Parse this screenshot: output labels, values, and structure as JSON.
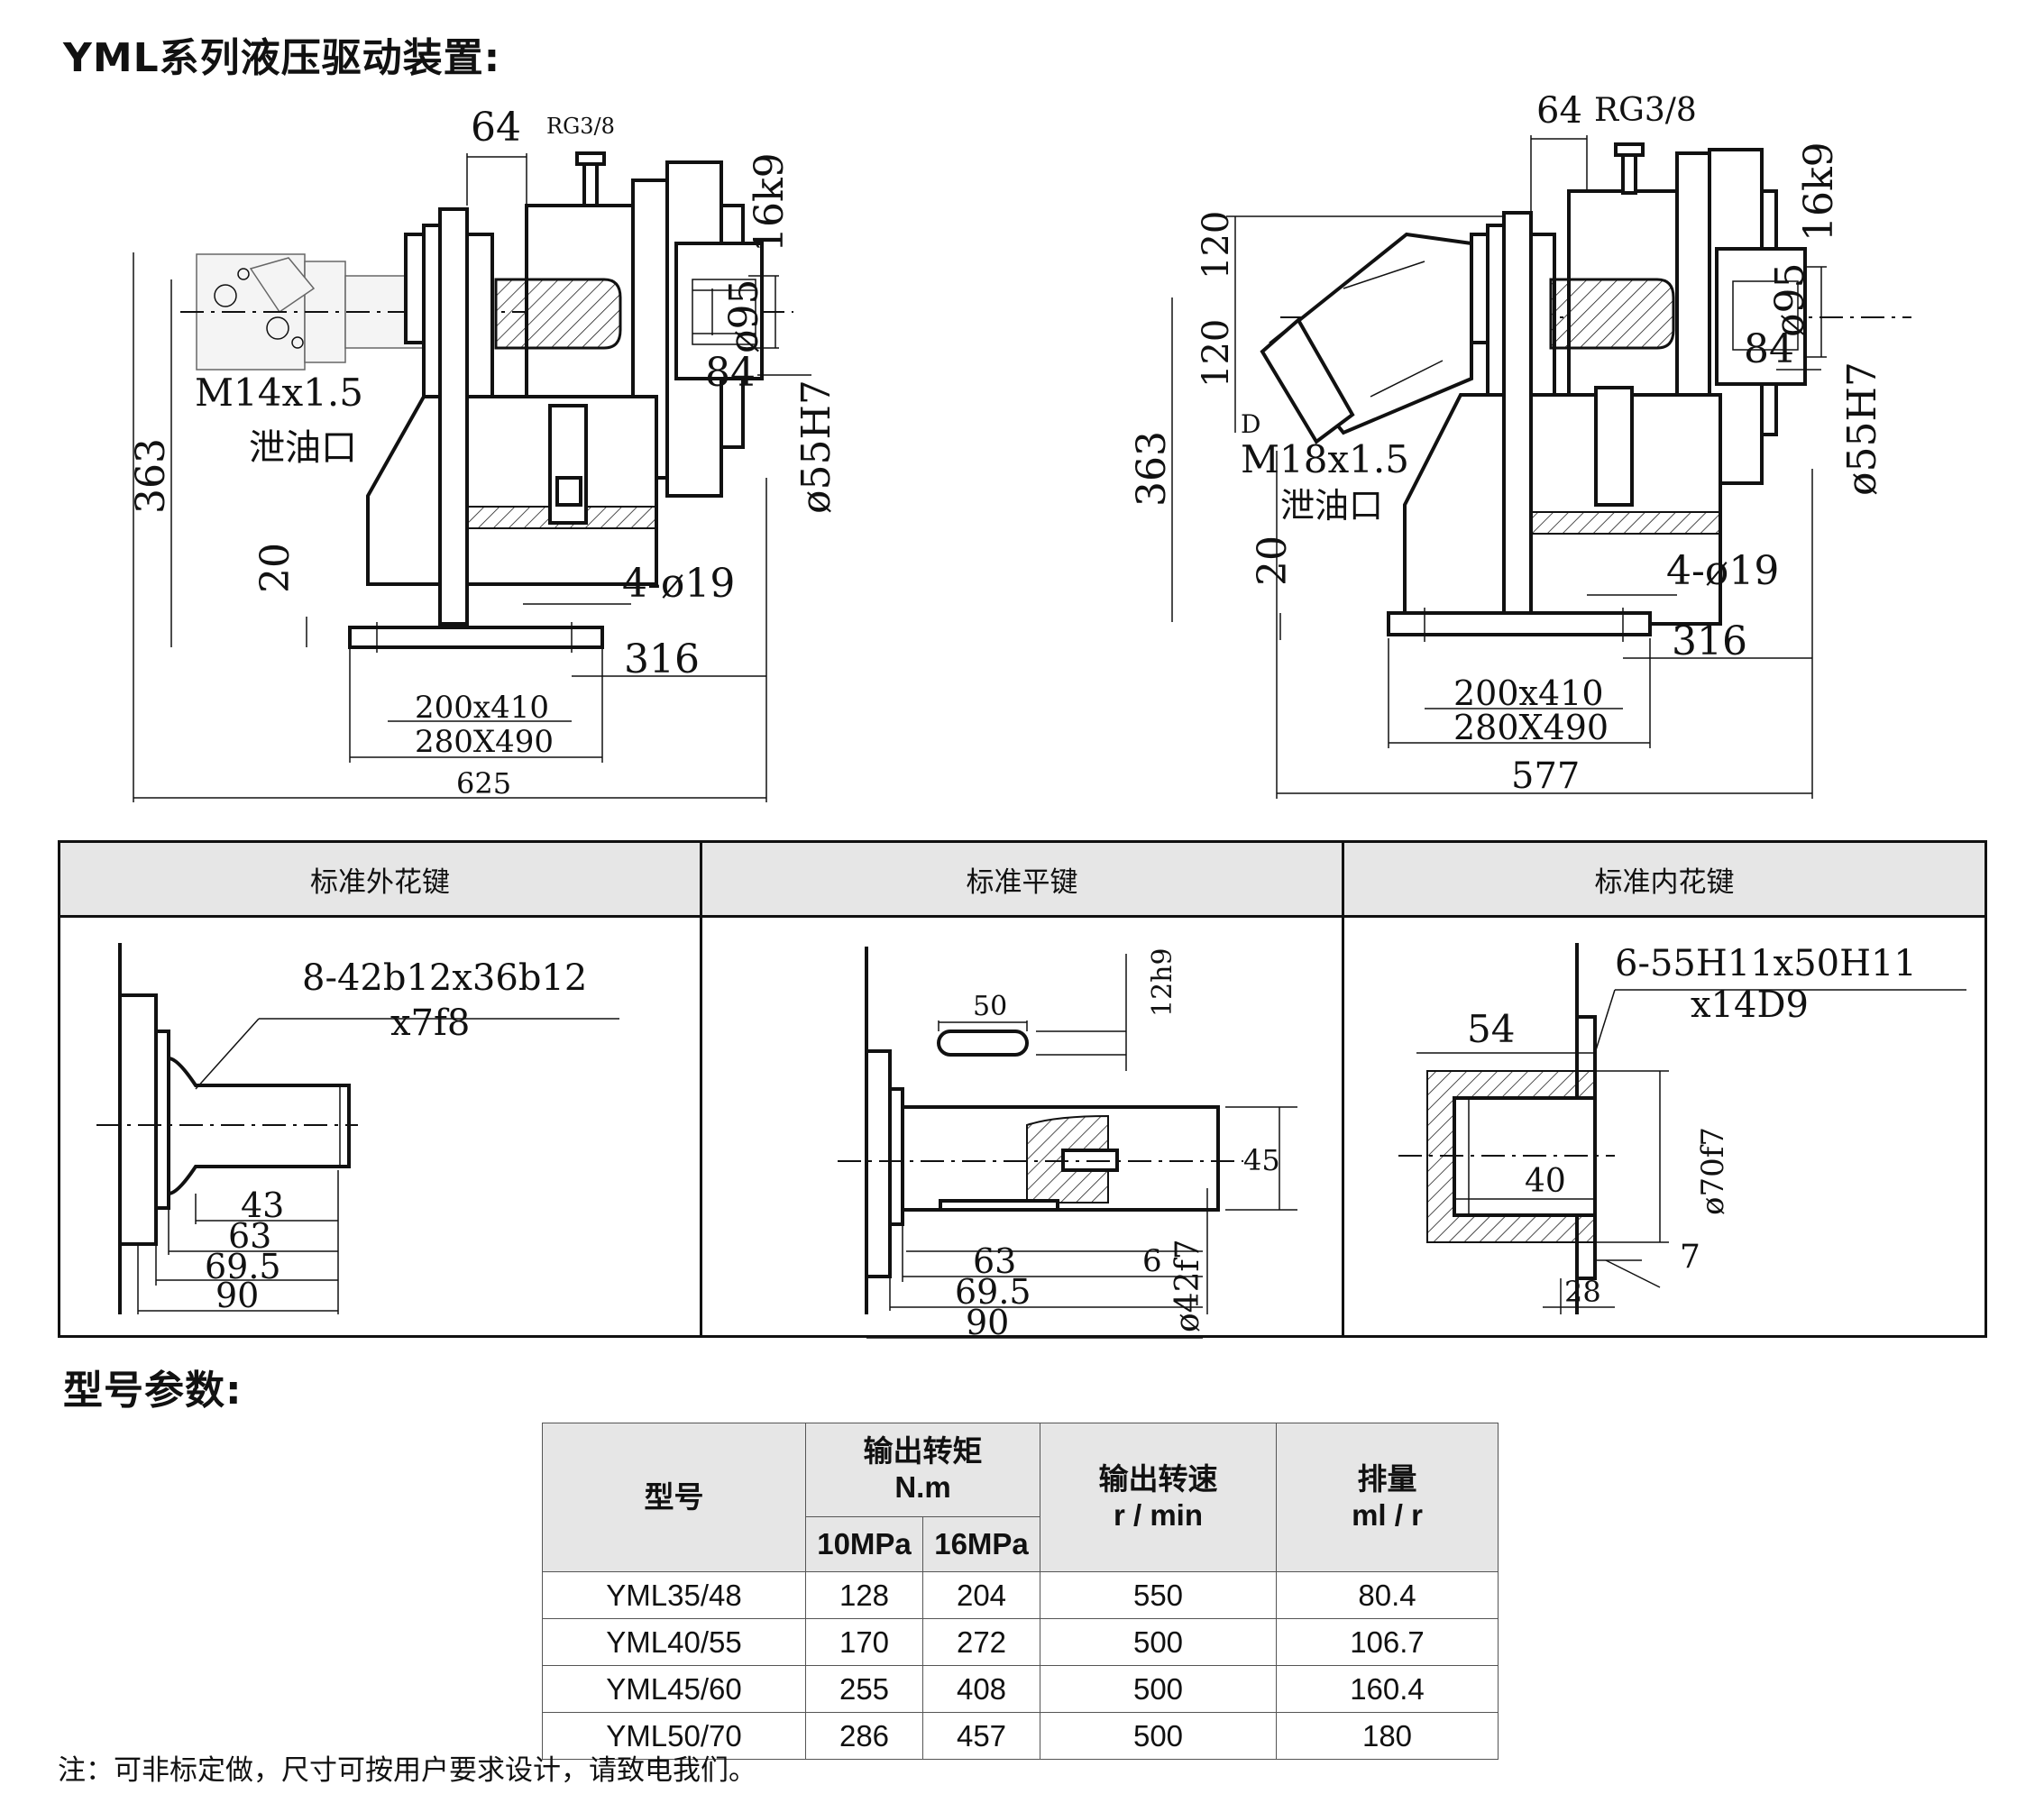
{
  "title": "YML系列液压驱动装置:",
  "params_title": "型号参数:",
  "note": "注：可非标定做，尺寸可按用户要求设计，请致电我们。",
  "drawing_left": {
    "dims": {
      "d64": "64",
      "rg": "RG3/8",
      "k16": "16k9",
      "d95": "ø95",
      "d84": "84",
      "m14": "M14x1.5",
      "drain": "泄油口",
      "d363": "363",
      "d55": "ø55H7",
      "d20": "20",
      "holes": "4-ø19",
      "d316": "316",
      "d200": "200x410",
      "d280": "280X490",
      "d625": "625"
    }
  },
  "drawing_right": {
    "dims": {
      "d64": "64",
      "rg": "RG3/8",
      "k16": "16k9",
      "d120a": "120",
      "d120b": "120",
      "d95": "ø95",
      "d84": "84",
      "dD": "D",
      "m18": "M18x1.5",
      "drain": "泄油口",
      "d363": "363",
      "d55": "ø55H7",
      "d20": "20",
      "holes": "4-ø19",
      "d316": "316",
      "d200": "200x410",
      "d280": "280X490",
      "d577": "577"
    }
  },
  "keys": {
    "outer_spline": {
      "header": "标准外花键",
      "spec1": "8-42b12x36b12",
      "spec2": "x7f8",
      "d43": "43",
      "d63": "63",
      "d69": "69.5",
      "d90": "90"
    },
    "flat_key": {
      "header": "标准平键",
      "d50": "50",
      "d12": "12h9",
      "d45": "45",
      "d63": "63",
      "d6": "6",
      "d69": "69.5",
      "d90": "90",
      "d42": "ø42f7"
    },
    "inner_spline": {
      "header": "标准内花键",
      "spec1": "6-55H11x50H11",
      "spec2": "x14D9",
      "d54": "54",
      "d40": "40",
      "d70": "ø70f7",
      "d7": "7",
      "d28": "28"
    }
  },
  "param_table": {
    "headers": {
      "model": "型号",
      "torque": "输出转矩",
      "torque_unit": "N.m",
      "p10": "10MPa",
      "p16": "16MPa",
      "speed": "输出转速",
      "speed_unit": "r / min",
      "disp": "排量",
      "disp_unit": "ml / r"
    },
    "rows": [
      {
        "model": "YML35/48",
        "t10": "128",
        "t16": "204",
        "speed": "550",
        "disp": "80.4"
      },
      {
        "model": "YML40/55",
        "t10": "170",
        "t16": "272",
        "speed": "500",
        "disp": "106.7"
      },
      {
        "model": "YML45/60",
        "t10": "255",
        "t16": "408",
        "speed": "500",
        "disp": "160.4"
      },
      {
        "model": "YML50/70",
        "t10": "286",
        "t16": "457",
        "speed": "500",
        "disp": "180"
      }
    ]
  }
}
